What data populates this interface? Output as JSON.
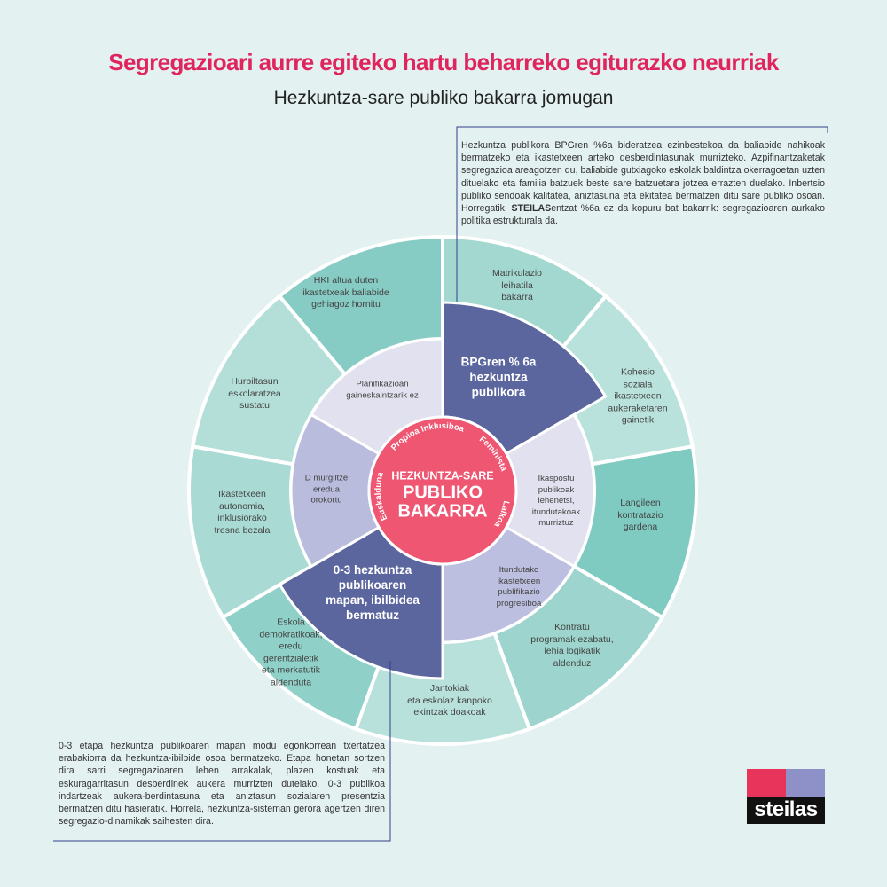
{
  "header": {
    "title": "Segregazioari aurre egiteko hartu beharreko egiturazko neurriak",
    "subtitle": "Hezkuntza-sare publiko bakarra jomugan"
  },
  "notes": {
    "top_right": {
      "before": "Hezkuntza publikora BPGren %6a bideratzea ezinbestekoa da baliabide nahikoak bermatzeko eta ikastetxeen arteko desberdintasunak murrizteko. Azpifinantzaketak segregazioa areagotzen du, baliabide gutxiagoko eskolak baldintza okerragoetan uzten dituelako eta familia batzuek beste sare batzuetara jotzea errazten duelako. Inbertsio publiko sendoak kalitatea, aniztasuna eta ekitatea bermatzen ditu sare publiko osoan. Horregatik, ",
      "bold": "STEILAS",
      "after": "entzat %6a ez da kopuru bat bakarrik: segregazioaren aurkako politika estrukturala da."
    },
    "bottom_left": "0-3 etapa hezkuntza publikoaren mapan modu egonkorrean txertatzea erabakiorra da hezkuntza-ibilbide osoa bermatzeko. Etapa honetan sortzen dira sarri segregazioaren lehen arrakalak, plazen kostuak eta eskuragarritasun desberdinek aukera murrizten dutelako. 0-3 publikoa indartzeak aukera-berdintasuna eta aniztasun sozialaren presentzia bermatzen ditu hasieratik. Horrela, hezkuntza-sisteman gerora agertzen diren segregazio-dinamikak saihesten dira."
  },
  "wheel": {
    "center": {
      "line1": "HEZKUNTZA-SARE",
      "line2": "PUBLIKO",
      "line3": "BAKARRA",
      "ring_words": [
        "Euskalduna",
        "Propioa",
        "Inklusiboa",
        "Feminista",
        "Laikoa"
      ]
    },
    "middle": [
      {
        "label": "BPGren % 6a\nhezkuntza\npublikora",
        "highlight": true
      },
      {
        "label": "Ikaspostu\npublikoak\nlehenetsi,\nitundutakoak\nmurriztuz",
        "highlight": false
      },
      {
        "label": "Itundutako\nikastetxeen\npublifikazio\nprogresiboa",
        "highlight": false
      },
      {
        "label": "0-3 hezkuntza\npublikoaren\nmapan, ibilbidea\nbermatuz",
        "highlight": true
      },
      {
        "label": "D murgiltze\neredua\norokortu",
        "highlight": false
      },
      {
        "label": "Planifikazioan\ngaineskaintzarik ez",
        "highlight": false
      }
    ],
    "outer": [
      {
        "label": "Matrikulazio\nleihatila\nbakarra"
      },
      {
        "label": "Kohesio\nsoziala\nikastetxeen\naukeraketaren\ngainetik"
      },
      {
        "label": "Langileen\nkontratazio\ngardena"
      },
      {
        "label": "Kontratu\nprogramak ezabatu,\nlehia logikatik\naldenduz"
      },
      {
        "label": "Jantokiak\neta eskolaz kanpoko\nekintzak doakoak"
      },
      {
        "label": "Eskola\ndemokratikoak,\neredu\ngerentzialetik\neta merkatutik\naldenduta"
      },
      {
        "label": "Ikastetxeen\nautonomia,\ninklusiorako\ntresna bezala"
      },
      {
        "label": "Hurbiltasun\neskolaratzea\nsustatu"
      },
      {
        "label": "HKI altua duten\nikastetxeak baliabide\ngehiagoz hornitu"
      }
    ]
  },
  "logo": {
    "text": "steilas"
  },
  "colors": {
    "title": "#e0255e",
    "highlight": "#5b669f",
    "center": "#ef5672",
    "outer": [
      "#a3d8d1",
      "#b9e2dc",
      "#7fcbc2",
      "#9dd5ce",
      "#b8e1dc",
      "#8fd0c8",
      "#a9dad4",
      "#b4dfd9",
      "#86ccc4"
    ],
    "middle": [
      "#5b669f",
      "#e1e1ef",
      "#bcbfdf",
      "#5b669f",
      "#b9bcdd",
      "#e1e1ef"
    ]
  }
}
